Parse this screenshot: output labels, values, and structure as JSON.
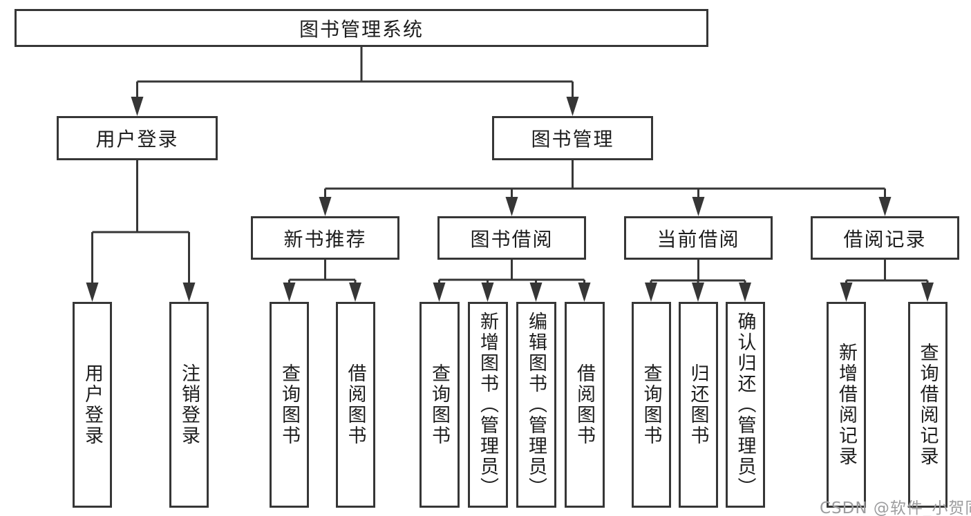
{
  "root": {
    "label": "图书管理系统"
  },
  "level2": {
    "user_login": "用户登录",
    "book_mgmt": "图书管理"
  },
  "level3": {
    "new_book_rec": "新书推荐",
    "book_borrow": "图书借阅",
    "current_borrow": "当前借阅",
    "borrow_records": "借阅记录"
  },
  "leaves": {
    "user_login": [
      "用户登录",
      "注销登录"
    ],
    "new_book_rec": [
      "查询图书",
      "借阅图书"
    ],
    "book_borrow": [
      "查询图书",
      "新增图书（管理员）",
      "编辑图书（管理员）",
      "借阅图书"
    ],
    "current_borrow": [
      "查询图书",
      "归还图书",
      "确认归还（管理员）"
    ],
    "borrow_records": [
      "新增借阅记录",
      "查询借阅记录"
    ]
  },
  "watermark": "CSDN @软件_小贺同学",
  "colors": {
    "line": "#363636",
    "text": "#1d1d1d",
    "watermark": "#9c9c9e",
    "background": "#ffffff"
  }
}
